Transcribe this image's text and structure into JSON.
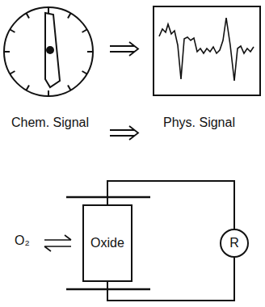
{
  "diagram": {
    "nodes": [
      {
        "text": [
          "Oxide"
        ]
      },
      {
        "text": [
          "R"
        ]
      }
    ],
    "edges": [
      {
        "from": 0,
        "to": 1,
        "arrow": "none"
      },
      {
        "from": 0,
        "to": 1,
        "arrow": "none"
      }
    ],
    "labels": [
      "Chem. Signal",
      "Phys. Signal",
      "O₂"
    ]
  }
}
